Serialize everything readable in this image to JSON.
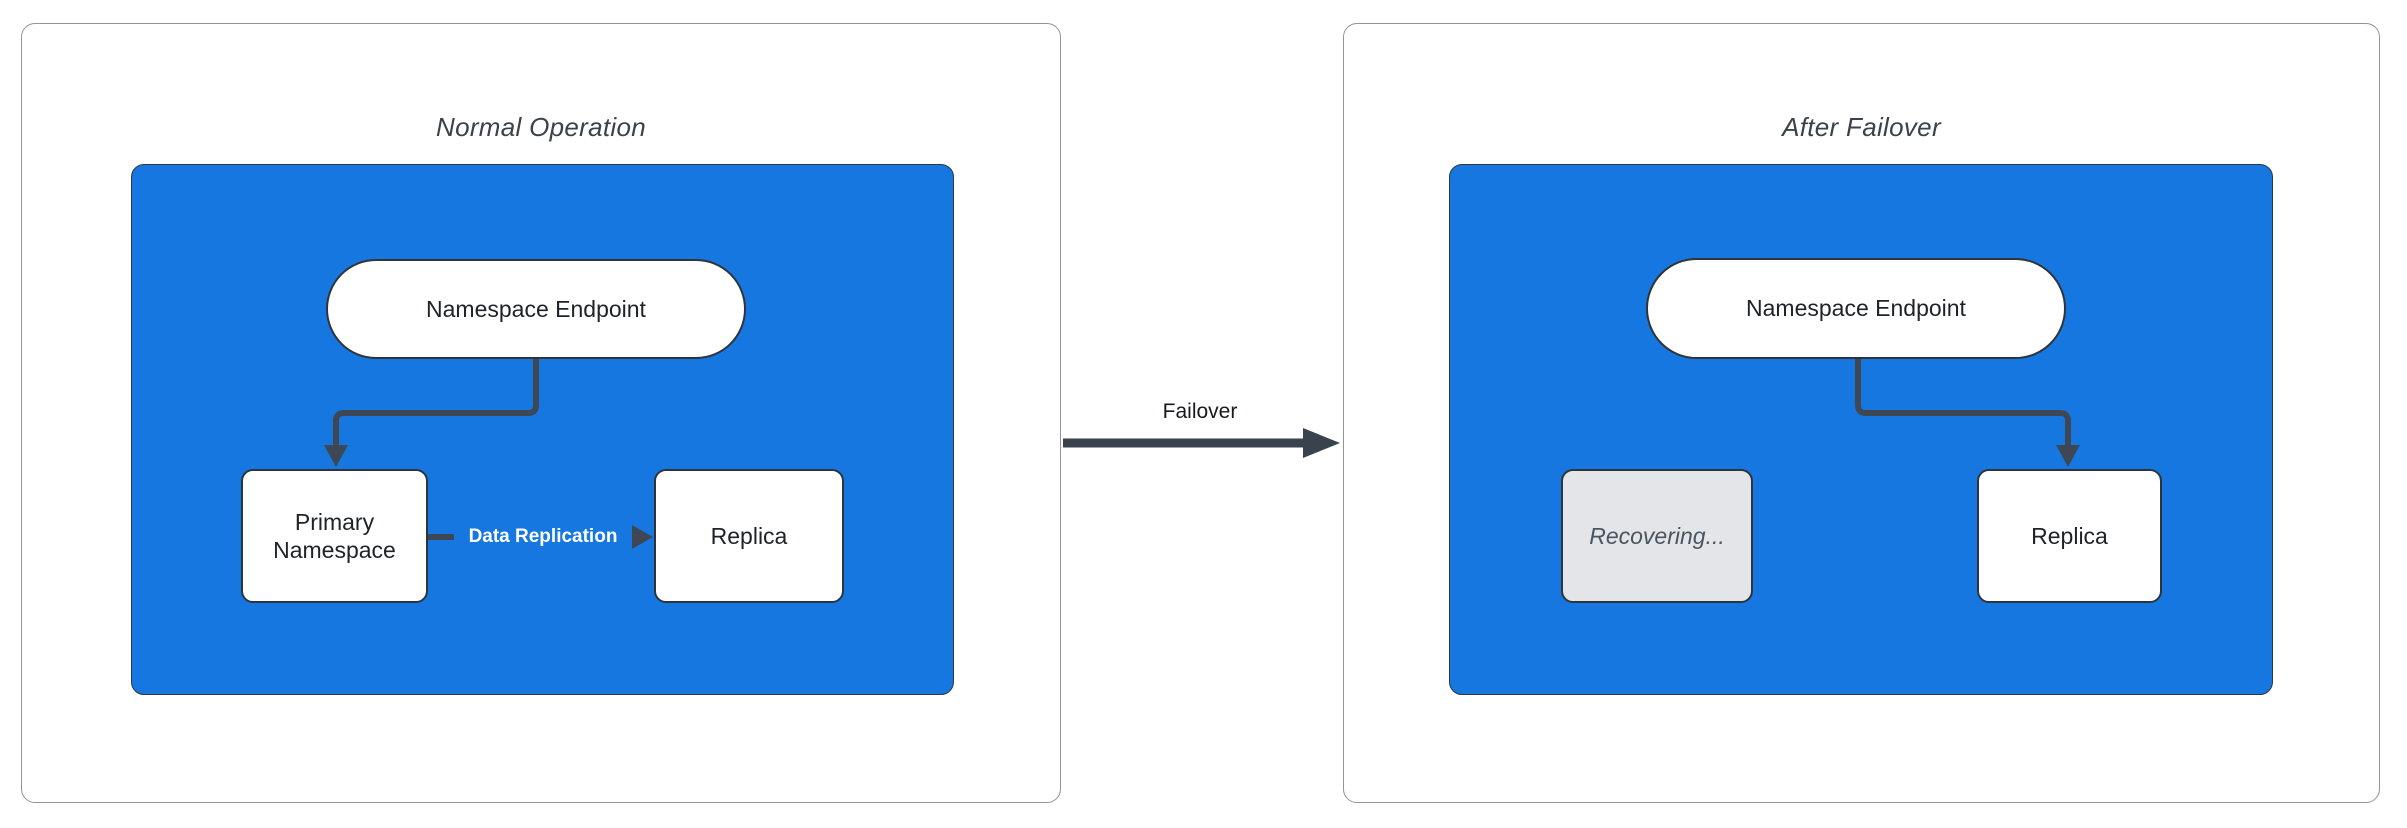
{
  "diagram": {
    "kind": "namespace-failover-architecture",
    "panels": [
      {
        "id": "normal-operation",
        "title": "Normal Operation",
        "nodes": {
          "endpoint": {
            "label": "Namespace Endpoint",
            "shape": "pill",
            "state": "active"
          },
          "primary": {
            "label": "Primary Namespace",
            "shape": "rect",
            "state": "active"
          },
          "replica": {
            "label": "Replica",
            "shape": "rect",
            "state": "active"
          }
        },
        "edges": [
          {
            "from": "endpoint",
            "to": "primary",
            "label": ""
          },
          {
            "from": "primary",
            "to": "replica",
            "label": "Data Replication"
          }
        ]
      },
      {
        "id": "after-failover",
        "title": "After Failover",
        "nodes": {
          "endpoint": {
            "label": "Namespace Endpoint",
            "shape": "pill",
            "state": "active"
          },
          "recovering": {
            "label": "Recovering...",
            "shape": "rect",
            "state": "disabled"
          },
          "replica": {
            "label": "Replica",
            "shape": "rect",
            "state": "active"
          }
        },
        "edges": [
          {
            "from": "endpoint",
            "to": "replica",
            "label": ""
          }
        ]
      }
    ],
    "transition": {
      "label": "Failover"
    },
    "colors": {
      "container_blue": "#1677E0",
      "node_white": "#FFFFFF",
      "recovering_gray": "#E3E5E8",
      "edge_dark": "#3E4854",
      "node_border": "#2F343A",
      "panel_border": "#90959B"
    }
  }
}
